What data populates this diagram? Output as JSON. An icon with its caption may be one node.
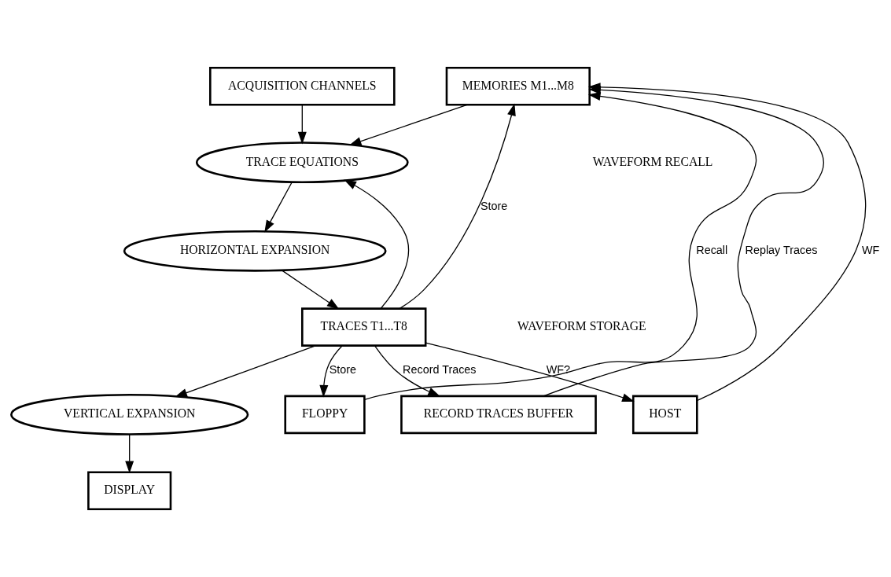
{
  "diagram": {
    "nodes": [
      {
        "text": [
          "ACQUISITION CHANNELS"
        ]
      },
      {
        "text": [
          "TRACE EQUATIONS"
        ]
      },
      {
        "text": [
          "HORIZONTAL EXPANSION"
        ]
      },
      {
        "text": [
          "TRACES T1...T8"
        ]
      },
      {
        "text": [
          "VERTICAL EXPANSION"
        ]
      },
      {
        "text": [
          "DISPLAY"
        ]
      },
      {
        "text": [
          "MEMORIES M1...M8"
        ]
      },
      {
        "text": [
          "FLOPPY"
        ]
      },
      {
        "text": [
          "RECORD TRACES BUFFER"
        ]
      },
      {
        "text": [
          "HOST"
        ]
      }
    ],
    "edges": [
      {
        "from": 0,
        "to": 1,
        "arrow": "to"
      },
      {
        "from": 6,
        "to": 1,
        "arrow": "to"
      },
      {
        "from": 1,
        "to": 2,
        "arrow": "to"
      },
      {
        "from": 2,
        "to": 3,
        "arrow": "to"
      },
      {
        "from": 3,
        "to": 1,
        "arrow": "to"
      },
      {
        "from": 3,
        "to": 4,
        "arrow": "to"
      },
      {
        "from": 4,
        "to": 5,
        "arrow": "to"
      },
      {
        "from": 3,
        "to": 6,
        "arrow": "to",
        "label": "Store"
      },
      {
        "from": 3,
        "to": 7,
        "arrow": "to",
        "label": "Store"
      },
      {
        "from": 3,
        "to": 8,
        "arrow": "to",
        "label": "Record Traces"
      },
      {
        "from": 3,
        "to": 9,
        "arrow": "to",
        "label": "WF?"
      },
      {
        "from": 7,
        "to": 6,
        "arrow": "to",
        "label": "Recall"
      },
      {
        "from": 8,
        "to": 6,
        "arrow": "to",
        "label": "Replay Traces"
      },
      {
        "from": 9,
        "to": 6,
        "arrow": "to",
        "label": "WF"
      }
    ],
    "labels": [
      "WAVEFORM RECALL",
      "WAVEFORM STORAGE"
    ]
  }
}
